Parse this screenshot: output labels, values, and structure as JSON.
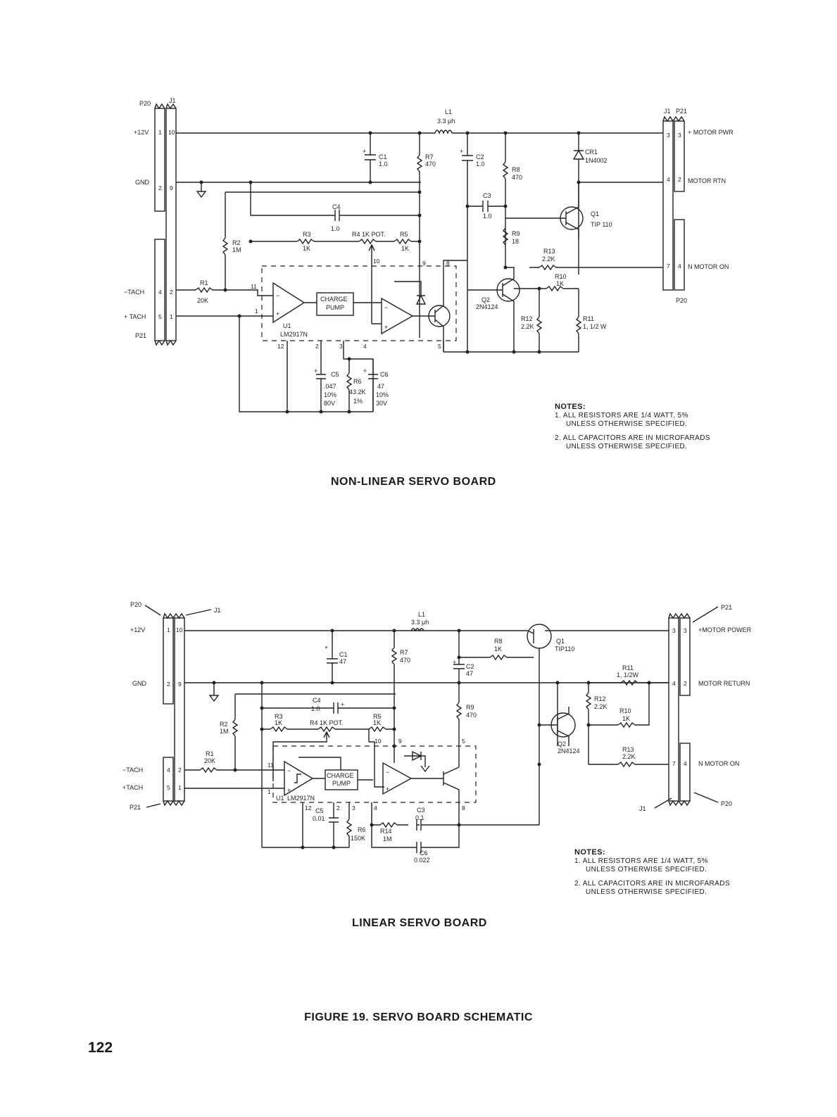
{
  "top_board": {
    "title": "NON-LINEAR SERVO BOARD",
    "conn_left": [
      "P20",
      "J1",
      "+12V",
      "GND",
      "−TACH",
      "+ TACH",
      "P21",
      "1",
      "10",
      "2",
      "9",
      "4",
      "2",
      "5",
      "1"
    ],
    "conn_right": [
      "J1",
      "P21",
      "+ MOTOR PWR",
      "MOTOR RTN",
      "N MOTOR ON",
      "P20",
      "3",
      "3",
      "4",
      "2",
      "7",
      "4"
    ],
    "components": [
      [
        "L1",
        "3.3 μh"
      ],
      [
        "C1",
        "1.0"
      ],
      [
        "R7",
        "470"
      ],
      [
        "C2",
        "1.0"
      ],
      [
        "R8",
        "470"
      ],
      [
        "CR1",
        "1N4002"
      ],
      [
        "C3",
        "1.0"
      ],
      [
        "Q1",
        "TIP 110"
      ],
      [
        "C4",
        "1.0"
      ],
      [
        "R3",
        "1K"
      ],
      [
        "R4 1K POT.",
        ""
      ],
      [
        "R5",
        "1K"
      ],
      [
        "R9",
        "18"
      ],
      [
        "R13",
        "2.2K"
      ],
      [
        "R10",
        "1K"
      ],
      [
        "R2",
        "1M"
      ],
      [
        "R1",
        "20K"
      ],
      [
        "Q2",
        "2N4124"
      ],
      [
        "R12",
        "2.2K"
      ],
      [
        "R11",
        "1, 1/2 W"
      ],
      [
        "C5",
        ".047"
      ],
      [
        "R6",
        "43.2K"
      ],
      [
        "C6",
        "47"
      ]
    ],
    "ic_label": "U1",
    "ic_part": "LM2917N",
    "block": "CHARGE",
    "block2": "PUMP",
    "pins": [
      "11",
      "1",
      "10",
      "9",
      "8",
      "12",
      "2",
      "3",
      "4",
      "5"
    ],
    "tol": [
      "10%",
      "80V",
      "1%",
      "10%",
      "30V"
    ]
  },
  "bottom_board": {
    "title": "LINEAR SERVO BOARD",
    "conn_left": [
      "P20",
      "J1",
      "+12V",
      "GND",
      "−TACH",
      "+TACH",
      "P21",
      "1",
      "10",
      "2",
      "9",
      "4",
      "2",
      "5",
      "1"
    ],
    "conn_right": [
      "P21",
      "+MOTOR POWER",
      "MOTOR RETURN",
      "N MOTOR ON",
      "J1",
      "P20",
      "3",
      "3",
      "4",
      "2",
      "7",
      "4"
    ],
    "components": [
      [
        "L1",
        "3.3 μh"
      ],
      [
        "C1",
        "47"
      ],
      [
        "R7",
        "470"
      ],
      [
        "R8",
        "1K"
      ],
      [
        "Q1",
        "TIP110"
      ],
      [
        "C2",
        "47"
      ],
      [
        "R11",
        "1, 1/2W"
      ],
      [
        "C4",
        "1.0"
      ],
      [
        "R3",
        "1K"
      ],
      [
        "R4 1K POT.",
        ""
      ],
      [
        "R5",
        "1K"
      ],
      [
        "R9",
        "470"
      ],
      [
        "R12",
        "2.2K"
      ],
      [
        "R10",
        "1K"
      ],
      [
        "R2",
        "1M"
      ],
      [
        "Q2",
        "2N4124"
      ],
      [
        "R13",
        "2.2K"
      ],
      [
        "R1",
        "20K"
      ],
      [
        "C5",
        "0.01"
      ],
      [
        "R6",
        "150K"
      ],
      [
        "R14",
        "1M"
      ],
      [
        "C3",
        "0.1"
      ],
      [
        "C6",
        "0.022"
      ]
    ],
    "ic_label": "U1",
    "ic_part": "LM2917N",
    "block": "CHARGE",
    "block2": "PUMP",
    "pins": [
      "11",
      "1",
      "10",
      "9",
      "5",
      "12",
      "2",
      "3",
      "4",
      "8"
    ]
  },
  "notes": {
    "heading": "NOTES:",
    "n1a": "1.  ALL RESISTORS ARE 1/4 WATT, 5%",
    "n1b": "UNLESS OTHERWISE SPECIFIED.",
    "n2a": "2.  ALL CAPACITORS ARE IN MICROFARADS",
    "n2b": "UNLESS OTHERWISE SPECIFIED."
  },
  "figure_caption": "FIGURE 19.  SERVO BOARD SCHEMATIC",
  "page_number": "122"
}
